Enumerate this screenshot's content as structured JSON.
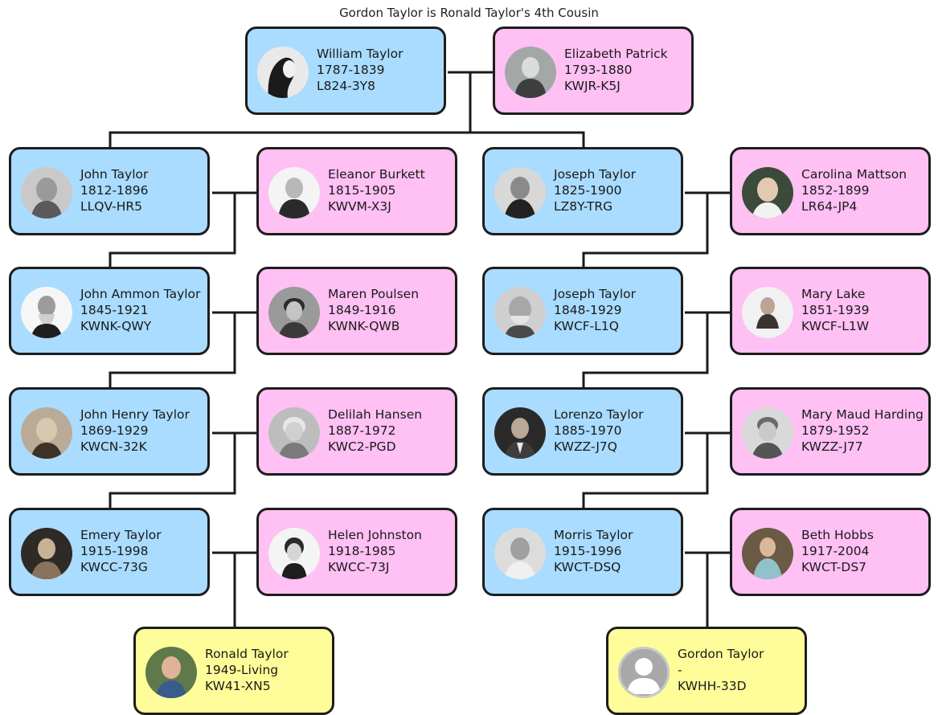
{
  "title": "Gordon Taylor is Ronald Taylor's 4th Cousin",
  "persons": {
    "william": {
      "name": "William Taylor",
      "dates": "1787-1839",
      "id": "L824-3Y8"
    },
    "elizabeth": {
      "name": "Elizabeth Patrick",
      "dates": "1793-1880",
      "id": "KWJR-K5J"
    },
    "john": {
      "name": "John Taylor",
      "dates": "1812-1896",
      "id": "LLQV-HR5"
    },
    "eleanor": {
      "name": "Eleanor Burkett",
      "dates": "1815-1905",
      "id": "KWVM-X3J"
    },
    "joseph1": {
      "name": "Joseph Taylor",
      "dates": "1825-1900",
      "id": "LZ8Y-TRG"
    },
    "carolina": {
      "name": "Carolina Mattson",
      "dates": "1852-1899",
      "id": "LR64-JP4"
    },
    "johnammon": {
      "name": "John Ammon Taylor",
      "dates": "1845-1921",
      "id": "KWNK-QWY"
    },
    "maren": {
      "name": "Maren Poulsen",
      "dates": "1849-1916",
      "id": "KWNK-QWB"
    },
    "joseph2": {
      "name": "Joseph Taylor",
      "dates": "1848-1929",
      "id": "KWCF-L1Q"
    },
    "marylake": {
      "name": "Mary Lake",
      "dates": "1851-1939",
      "id": "KWCF-L1W"
    },
    "johnhenry": {
      "name": "John Henry Taylor",
      "dates": "1869-1929",
      "id": "KWCN-32K"
    },
    "delilah": {
      "name": "Delilah Hansen",
      "dates": "1887-1972",
      "id": "KWC2-PGD"
    },
    "lorenzo": {
      "name": "Lorenzo Taylor",
      "dates": "1885-1970",
      "id": "KWZZ-J7Q"
    },
    "marymaud": {
      "name": "Mary Maud Harding",
      "dates": "1879-1952",
      "id": "KWZZ-J77"
    },
    "emery": {
      "name": "Emery Taylor",
      "dates": "1915-1998",
      "id": "KWCC-73G"
    },
    "helen": {
      "name": "Helen Johnston",
      "dates": "1918-1985",
      "id": "KWCC-73J"
    },
    "morris": {
      "name": "Morris Taylor",
      "dates": "1915-1996",
      "id": "KWCT-DSQ"
    },
    "beth": {
      "name": "Beth Hobbs",
      "dates": "1917-2004",
      "id": "KWCT-DS7"
    },
    "ronald": {
      "name": "Ronald Taylor",
      "dates": "1949-Living",
      "id": "KW41-XN5"
    },
    "gordon": {
      "name": "Gordon Taylor",
      "dates": "-",
      "id": "KWHH-33D"
    }
  },
  "colors": {
    "male": "#a9dcff",
    "female": "#ffc0f3",
    "descendant": "#fffd99",
    "border": "#1d1d1d"
  }
}
